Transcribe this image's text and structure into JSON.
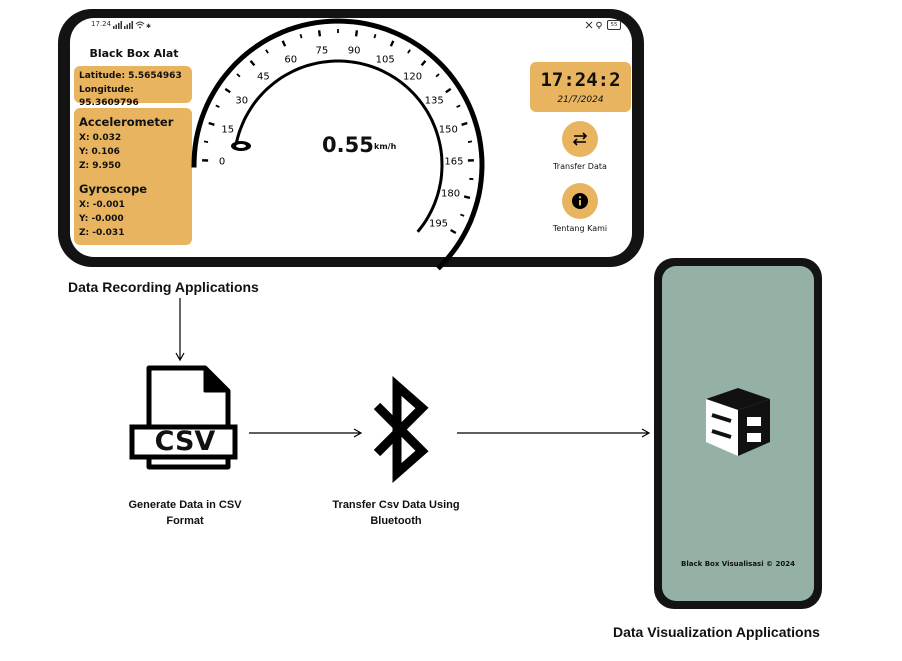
{
  "app_screen": {
    "status": {
      "time": "17.24",
      "battery": "55"
    },
    "title": "Black Box Alat",
    "location": {
      "latitude": "Latitude: 5.5654963",
      "longitude": "Longitude: 95.3609796"
    },
    "accelerometer": {
      "heading": "Accelerometer",
      "x": "X: 0.032",
      "y": "Y: 0.106",
      "z": "Z: 9.950"
    },
    "gyroscope": {
      "heading": "Gyroscope",
      "x": "X: -0.001",
      "y": "Y: -0.000",
      "z": "Z: -0.031"
    },
    "speedometer": {
      "speed": "0.55",
      "unit": "km/h",
      "ticks": [
        "0",
        "15",
        "30",
        "45",
        "60",
        "75",
        "90",
        "105",
        "120",
        "135",
        "150",
        "165",
        "180",
        "195"
      ]
    },
    "clock": {
      "time": "17:24:2",
      "date": "21/7/2024"
    },
    "buttons": {
      "transfer": "Transfer Data",
      "about": "Tentang Kami"
    }
  },
  "diagram": {
    "recording_caption": "Data Recording Applications",
    "csv_badge": "CSV",
    "csv_step_line1": "Generate Data in CSV",
    "csv_step_line2": "Format",
    "bt_step_line1": "Transfer Csv Data Using",
    "bt_step_line2": "Bluetooth",
    "visualization_caption": "Data Visualization Applications"
  },
  "viz_screen": {
    "footer": "Black Box Visualisasi © 2024"
  },
  "colors": {
    "accent": "#e8b45f",
    "viz_background": "#95b1a6",
    "phone_frame": "#131313"
  },
  "icons": [
    "signal-icon",
    "wifi-icon",
    "battery-icon",
    "transfer-arrows-icon",
    "info-icon",
    "file-icon",
    "bluetooth-icon",
    "logo-icon"
  ]
}
